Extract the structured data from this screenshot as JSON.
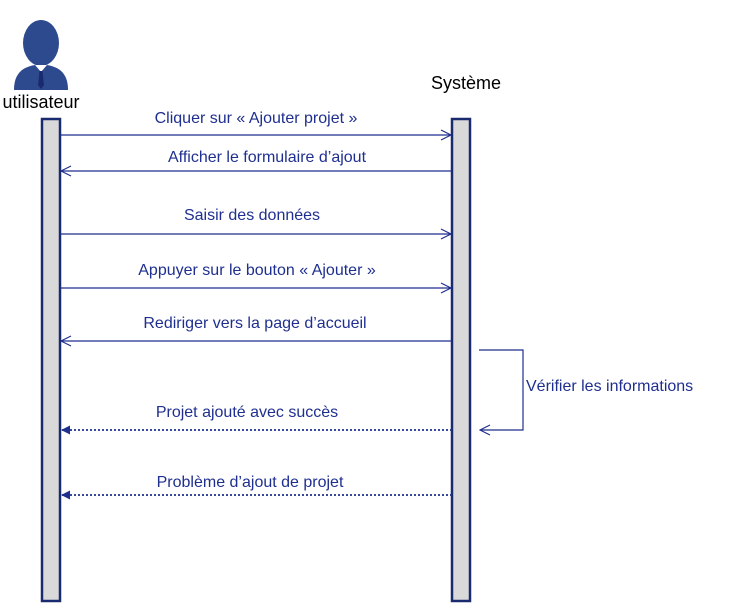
{
  "colors": {
    "actor_icon": "#2e4a8e",
    "lifeline_fill": "#d9d9d9",
    "lifeline_stroke": "#1a2a6e",
    "message": "#1f2f8f"
  },
  "actors": {
    "user": {
      "label": "utilisateur",
      "icon": "user-icon"
    },
    "system": {
      "label": "Système"
    }
  },
  "messages": [
    {
      "label": "Cliquer sur « Ajouter projet »",
      "direction": "to-system",
      "style": "solid"
    },
    {
      "label": "Afficher le formulaire d’ajout",
      "direction": "to-user",
      "style": "solid"
    },
    {
      "label": "Saisir des données",
      "direction": "to-system",
      "style": "solid"
    },
    {
      "label": "Appuyer sur le bouton « Ajouter »",
      "direction": "to-system",
      "style": "solid"
    },
    {
      "label": "Rediriger vers la page d’accueil",
      "direction": "to-user",
      "style": "solid"
    },
    {
      "label": "Projet ajouté avec succès",
      "direction": "to-user",
      "style": "dotted"
    },
    {
      "label": "Problème d’ajout de projet",
      "direction": "to-user",
      "style": "dotted"
    }
  ],
  "self_message": {
    "label": "Vérifier les informations",
    "style": "solid"
  }
}
